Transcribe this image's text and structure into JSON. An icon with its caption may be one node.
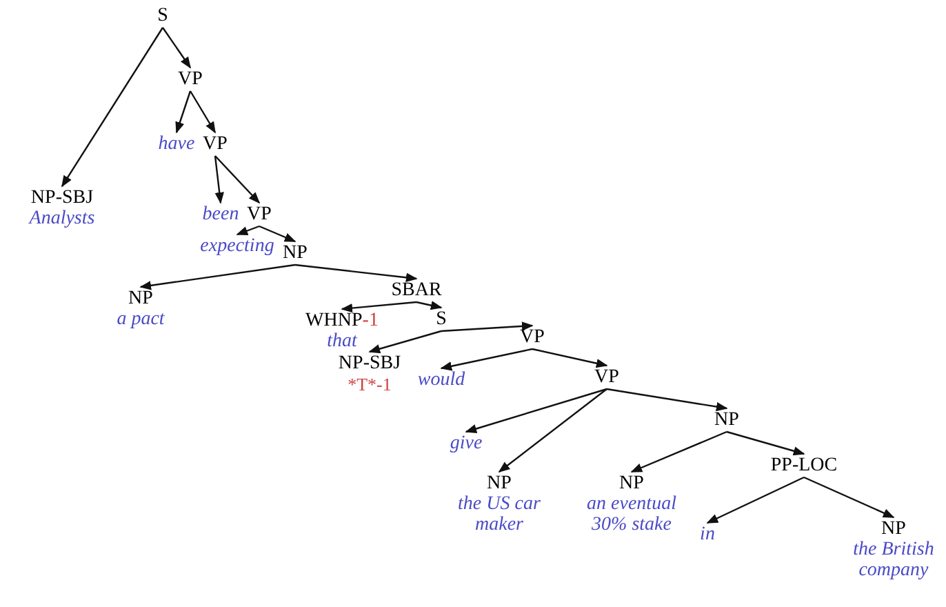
{
  "diagram": {
    "nodes": [
      {
        "text": [
          "S"
        ]
      },
      {
        "text": [
          "NP-SBJ",
          "Analysts"
        ]
      },
      {
        "text": [
          "VP"
        ]
      },
      {
        "text": [
          "have"
        ]
      },
      {
        "text": [
          "VP"
        ]
      },
      {
        "text": [
          "been"
        ]
      },
      {
        "text": [
          "VP"
        ]
      },
      {
        "text": [
          "expecting"
        ]
      },
      {
        "text": [
          "NP"
        ]
      },
      {
        "text": [
          "NP",
          "a pact"
        ]
      },
      {
        "text": [
          "SBAR"
        ]
      },
      {
        "text": [
          "WHNP",
          "-1",
          "that"
        ]
      },
      {
        "text": [
          "S"
        ]
      },
      {
        "text": [
          "NP-SBJ",
          "*T*-1"
        ]
      },
      {
        "text": [
          "would"
        ]
      },
      {
        "text": [
          "VP"
        ]
      },
      {
        "text": [
          "VP"
        ]
      },
      {
        "text": [
          "give"
        ]
      },
      {
        "text": [
          "NP",
          "the US car maker"
        ]
      },
      {
        "text": [
          "NP"
        ]
      },
      {
        "text": [
          "NP",
          "an eventual 30% stake"
        ]
      },
      {
        "text": [
          "PP-LOC"
        ]
      },
      {
        "text": [
          "in"
        ]
      },
      {
        "text": [
          "NP",
          "the British company"
        ]
      }
    ],
    "edges": [
      {
        "from": 0,
        "to": 1,
        "arrow": "to"
      },
      {
        "from": 0,
        "to": 2,
        "arrow": "to"
      },
      {
        "from": 2,
        "to": 3,
        "arrow": "to"
      },
      {
        "from": 2,
        "to": 4,
        "arrow": "to"
      },
      {
        "from": 4,
        "to": 5,
        "arrow": "to"
      },
      {
        "from": 4,
        "to": 6,
        "arrow": "to"
      },
      {
        "from": 6,
        "to": 7,
        "arrow": "to"
      },
      {
        "from": 6,
        "to": 8,
        "arrow": "to"
      },
      {
        "from": 8,
        "to": 9,
        "arrow": "to"
      },
      {
        "from": 8,
        "to": 10,
        "arrow": "to"
      },
      {
        "from": 10,
        "to": 11,
        "arrow": "to"
      },
      {
        "from": 10,
        "to": 12,
        "arrow": "to"
      },
      {
        "from": 12,
        "to": 13,
        "arrow": "to"
      },
      {
        "from": 12,
        "to": 15,
        "arrow": "to"
      },
      {
        "from": 15,
        "to": 14,
        "arrow": "to"
      },
      {
        "from": 15,
        "to": 16,
        "arrow": "to"
      },
      {
        "from": 16,
        "to": 17,
        "arrow": "to"
      },
      {
        "from": 16,
        "to": 18,
        "arrow": "to"
      },
      {
        "from": 16,
        "to": 19,
        "arrow": "to"
      },
      {
        "from": 19,
        "to": 20,
        "arrow": "to"
      },
      {
        "from": 19,
        "to": 21,
        "arrow": "to"
      },
      {
        "from": 21,
        "to": 22,
        "arrow": "to"
      },
      {
        "from": 21,
        "to": 23,
        "arrow": "to"
      }
    ]
  }
}
